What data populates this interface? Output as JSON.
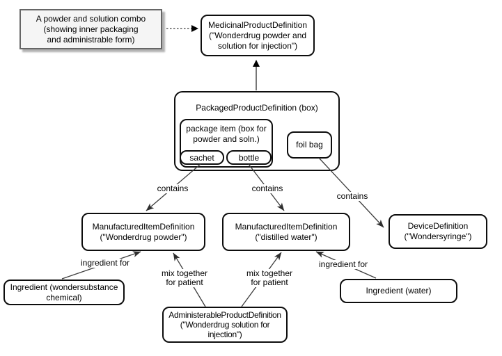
{
  "note": {
    "lines": [
      "A powder and solution combo",
      "(showing inner packaging",
      "and administrable form)"
    ]
  },
  "nodes": {
    "medicinal": {
      "lines": [
        "MedicinalProductDefinition",
        "(\"Wonderdrug powder and",
        "solution for injection\")"
      ]
    },
    "packaged": {
      "title": "PackagedProductDefinition (box)"
    },
    "package_item": {
      "lines": [
        "package item (box for",
        "powder and soln.)"
      ]
    },
    "sachet": {
      "label": "sachet"
    },
    "bottle": {
      "label": "bottle"
    },
    "foil_bag": {
      "label": "foil bag"
    },
    "mid_powder": {
      "lines": [
        "ManufacturedItemDefinition",
        "(\"Wonderdrug powder\")"
      ]
    },
    "mid_water": {
      "lines": [
        "ManufacturedItemDefinition",
        "(\"distilled water\")"
      ]
    },
    "device": {
      "lines": [
        "DeviceDefinition",
        "(\"Wondersyringe\")"
      ]
    },
    "ingredient_chemical": {
      "lines": [
        "Ingredient (wondersubstance",
        "chemical)"
      ]
    },
    "apd": {
      "lines": [
        "AdministerableProductDefinition",
        "(\"Wonderdrug solution for",
        "injection\")"
      ]
    },
    "ingredient_water": {
      "label": "Ingredient (water)"
    }
  },
  "edge_labels": {
    "contains_sachet": "contains",
    "contains_bottle": "contains",
    "contains_foil": "contains",
    "ingredient_for_left": "ingredient for",
    "mix_left": [
      "mix together",
      "for patient"
    ],
    "mix_right": [
      "mix together",
      "for patient"
    ],
    "ingredient_for_right": "ingredient for"
  },
  "colors": {
    "canvas_bg": "#ffffff",
    "node_bg": "#ffffff",
    "node_border": "#0d0d0d",
    "edge_color": "#3d3d3d",
    "note_bg": "#f5f5f5",
    "note_border": "#666666",
    "note_shadow": "#b3b3b3",
    "text": "#000000"
  }
}
